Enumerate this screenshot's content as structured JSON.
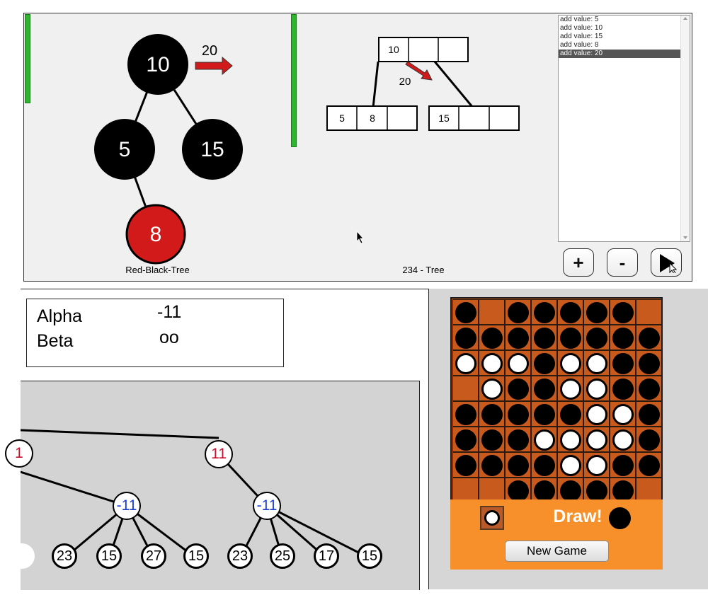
{
  "rb_tree": {
    "caption": "Red-Black-Tree",
    "nodes": [
      {
        "label": "10",
        "color": "black"
      },
      {
        "label": "5",
        "color": "black"
      },
      {
        "label": "15",
        "color": "black"
      },
      {
        "label": "8",
        "color": "red"
      }
    ],
    "insert_value": "20"
  },
  "tree234": {
    "caption": "234 - Tree",
    "root_keys": [
      "10",
      "",
      ""
    ],
    "left_keys": [
      "5",
      "8",
      ""
    ],
    "right_keys": [
      "15",
      "",
      ""
    ],
    "insert_value": "20"
  },
  "log": {
    "items": [
      "add value: 5",
      "add value: 10",
      "add value: 15",
      "add value: 8",
      "add value: 20"
    ],
    "selected_index": 4
  },
  "controls": {
    "plus": "+",
    "minus": "-"
  },
  "alpha_beta": {
    "alpha_label": "Alpha",
    "alpha_value": "-11",
    "beta_label": "Beta",
    "beta_value": "oo"
  },
  "game_tree": {
    "level1": [
      "1",
      "11"
    ],
    "level2": [
      "-11",
      "-11"
    ],
    "leaves": [
      "23",
      "15",
      "27",
      "15",
      "23",
      "25",
      "17",
      "15"
    ]
  },
  "othello": {
    "board": [
      "B.BBBBB.",
      "BBBBBBBB",
      "WWWBWWBB",
      ".WBBWWBB",
      "BBBBBWWB",
      "BBBWWWWB",
      "BBBBWWBB",
      "..BBBBB."
    ],
    "status": "Draw!",
    "new_game_label": "New Game",
    "colors": {
      "board": "#c85a1e",
      "status_bar": "#f7902a",
      "status_text": "#ffffff"
    }
  }
}
